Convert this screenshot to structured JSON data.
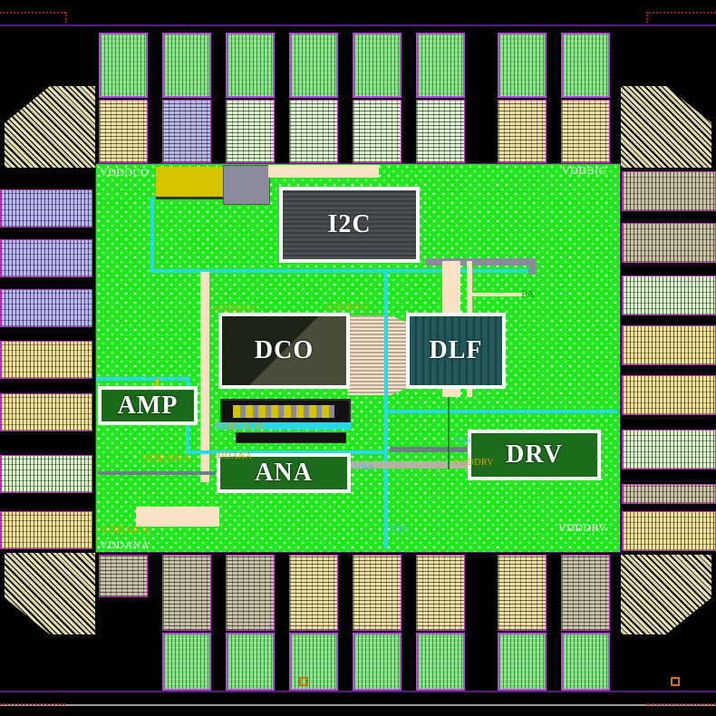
{
  "title": "Chip layout floorplan",
  "colors": {
    "background": "#000000",
    "core_fill": "#22e61e",
    "block_border": "#ffffff",
    "power_wire": "#2ad8e6",
    "label_yellow": "#d4a400",
    "label_white": "#f4f4f4",
    "label_cyan": "#4fb8e8",
    "pad_bond": "#7fdc7f",
    "pad_frame": "#b04bd8"
  },
  "blocks": [
    {
      "id": "i2c",
      "label": "I2C",
      "fill": "#4a4e50"
    },
    {
      "id": "dco",
      "label": "DCO",
      "fill": "#2a2f22"
    },
    {
      "id": "dlf",
      "label": "DLF",
      "fill": "#1d5a5c"
    },
    {
      "id": "amp",
      "label": "AMP",
      "fill": "#1a6a1a"
    },
    {
      "id": "ana",
      "label": "ANA",
      "fill": "#1d6b1d"
    },
    {
      "id": "drv",
      "label": "DRV",
      "fill": "#1d6b1d"
    }
  ],
  "net_labels": {
    "vdddco_top_left": "VDDDCO",
    "vddbig_top_right": "VDDBIG",
    "vdddco_dco_left": "VDDDCO",
    "vdddco_dco_right": "VDDDCO",
    "vdddco_mid": "VDDDCO",
    "vddana_left": "VDDANA",
    "vddana_mid": "VDDANA",
    "vddana_bottom_1": "VDDANA",
    "vddana_bottom_2": "VDDANA",
    "vss_ana": "VSS",
    "vss_drv": "VSS",
    "vss_bottom": "VSS",
    "vdddrv_drv": "VDDDRV",
    "vdddrv_bottom": "VDDDRV",
    "pa_right": "PA"
  },
  "pads": {
    "top_count": 8,
    "bottom_count": 8,
    "left_count": 7,
    "right_count": 8
  }
}
